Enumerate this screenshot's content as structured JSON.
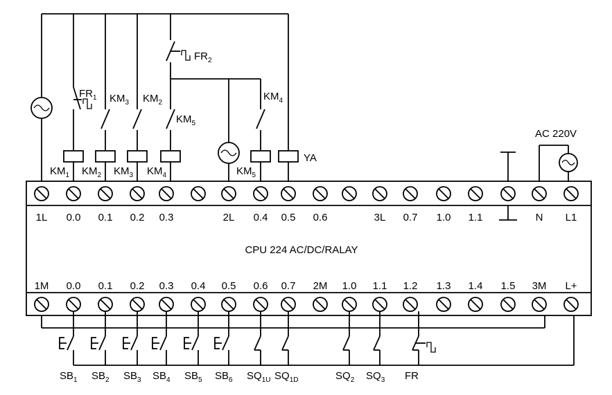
{
  "cpu_label": "CPU 224 AC/DC/RALAY",
  "power_label": "AC 220V",
  "yv_label": "YA",
  "top_terminals": [
    "1L",
    "0.0",
    "0.1",
    "0.2",
    "0.3",
    "",
    "2L",
    "0.4",
    "0.5",
    "0.6",
    "",
    "3L",
    "0.7",
    "1.0",
    "1.1",
    "",
    "N",
    "L1"
  ],
  "bottom_terminals": [
    "1M",
    "0.0",
    "0.1",
    "0.2",
    "0.3",
    "0.4",
    "0.5",
    "0.6",
    "0.7",
    "2M",
    "1.0",
    "1.1",
    "1.2",
    "1.3",
    "1.4",
    "1.5",
    "3M",
    "L+"
  ],
  "coils": [
    {
      "base": "KM",
      "sub": "1"
    },
    {
      "base": "KM",
      "sub": "2"
    },
    {
      "base": "KM",
      "sub": "3"
    },
    {
      "base": "KM",
      "sub": "4"
    },
    {
      "base": "KM",
      "sub": "5"
    }
  ],
  "contacts": [
    {
      "base": "FR",
      "sub": "1"
    },
    {
      "base": "KM",
      "sub": "3"
    },
    {
      "base": "KM",
      "sub": "2"
    },
    {
      "base": "KM",
      "sub": "5"
    },
    {
      "base": "FR",
      "sub": "2"
    },
    {
      "base": "KM",
      "sub": "4"
    }
  ],
  "inputs": [
    {
      "base": "SB",
      "sub": "1"
    },
    {
      "base": "SB",
      "sub": "2"
    },
    {
      "base": "SB",
      "sub": "3"
    },
    {
      "base": "SB",
      "sub": "4"
    },
    {
      "base": "SB",
      "sub": "5"
    },
    {
      "base": "SB",
      "sub": "6"
    },
    {
      "base": "SQ",
      "sub": "1U"
    },
    {
      "base": "SQ",
      "sub": "1D"
    },
    {
      "base": "SQ",
      "sub": "2"
    },
    {
      "base": "SQ",
      "sub": "3"
    },
    {
      "base": "FR",
      "sub": ""
    }
  ]
}
